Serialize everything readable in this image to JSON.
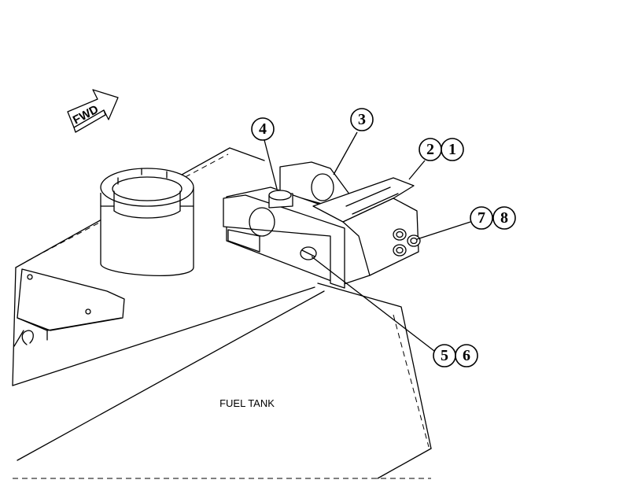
{
  "direction_arrow": {
    "label": "FWD"
  },
  "tank_label": "FUEL TANK",
  "callouts": [
    {
      "id": "c4",
      "text": "4"
    },
    {
      "id": "c3",
      "text": "3"
    },
    {
      "id": "c2",
      "text": "2"
    },
    {
      "id": "c1",
      "text": "1"
    },
    {
      "id": "c7",
      "text": "7"
    },
    {
      "id": "c8",
      "text": "8"
    },
    {
      "id": "c5",
      "text": "5"
    },
    {
      "id": "c6",
      "text": "6"
    }
  ]
}
